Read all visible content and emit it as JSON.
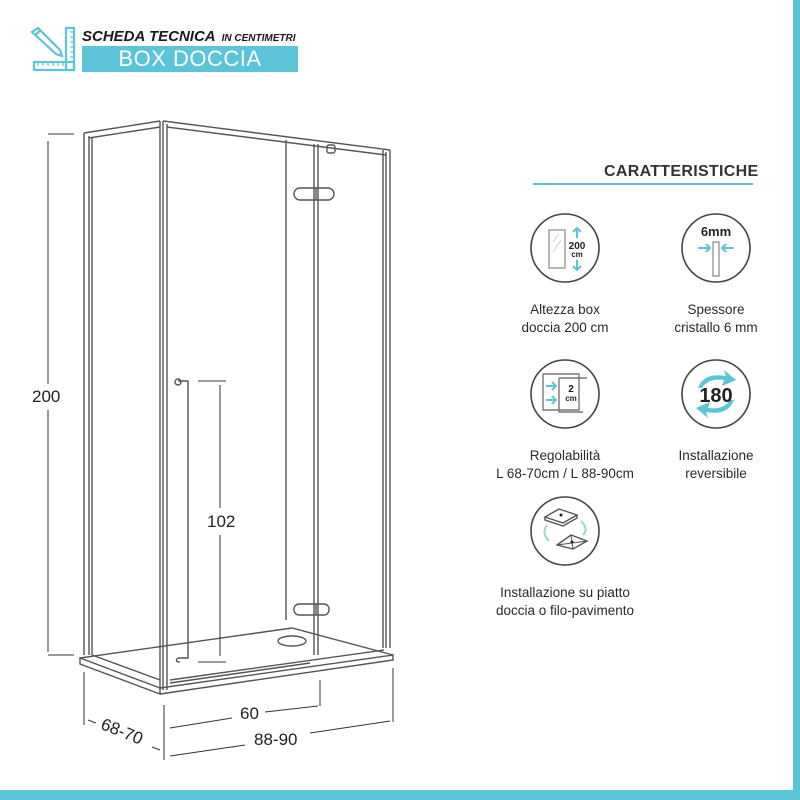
{
  "header": {
    "title": "SCHEDA TECNICA",
    "subtitle": "IN CENTIMETRI",
    "banner": "BOX DOCCIA",
    "icon": "ruler-pencil-icon"
  },
  "colors": {
    "accent": "#5bc4d6",
    "line": "#555555",
    "text": "#222222"
  },
  "drawing": {
    "dimensions": {
      "height": "200",
      "handle_height": "102",
      "depth": "68-70",
      "door_width": "60",
      "total_width": "88-90"
    }
  },
  "features": {
    "title": "CARATTERISTICHE",
    "items": [
      {
        "icon": "glass-height-icon",
        "icon_text": [
          "200",
          "cm"
        ],
        "label_lines": [
          "Altezza box",
          "doccia 200 cm"
        ]
      },
      {
        "icon": "glass-thickness-icon",
        "icon_text": [
          "6mm"
        ],
        "label_lines": [
          "Spessore",
          "cristallo 6 mm"
        ]
      },
      {
        "icon": "adjustable-width-icon",
        "icon_text": [
          "2",
          "cm"
        ],
        "label_lines": [
          "Regolabilità",
          "L 68-70cm / L 88-90cm"
        ]
      },
      {
        "icon": "reversible-180-icon",
        "icon_text": [
          "180"
        ],
        "label_lines": [
          "Installazione",
          "reversibile"
        ]
      },
      {
        "icon": "tray-or-floor-install-icon",
        "icon_text": [],
        "label_lines": [
          "Installazione su piatto",
          "doccia o filo-pavimento"
        ]
      }
    ]
  }
}
